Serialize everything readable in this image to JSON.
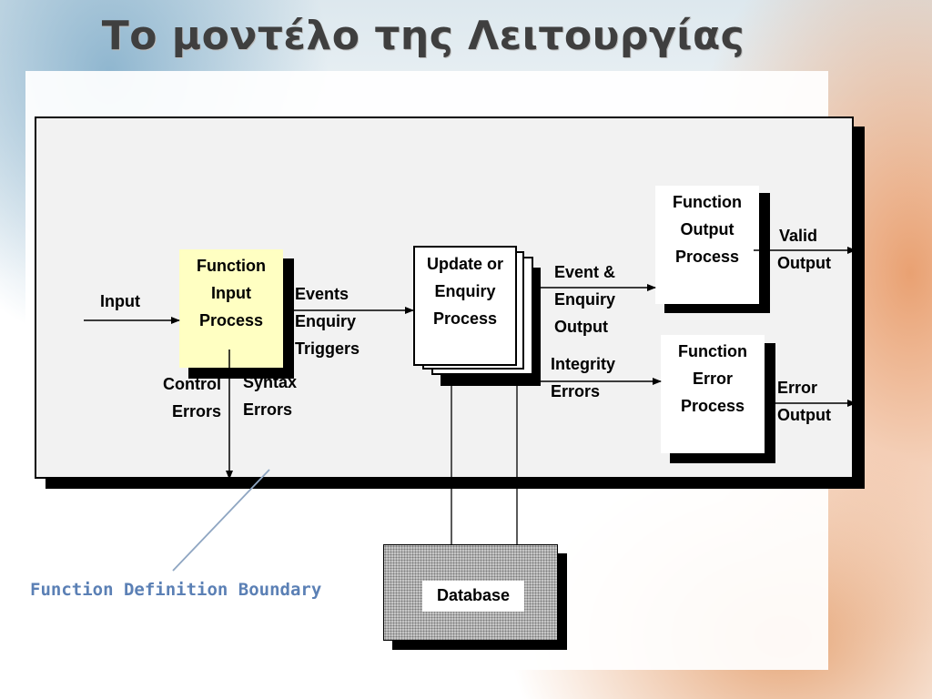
{
  "slide": {
    "title": "Το μοντέλο της Λειτουργίας"
  },
  "diagram": {
    "processes": {
      "function_input": [
        "Function",
        "Input",
        "Process"
      ],
      "update_enquiry": [
        "Update or",
        "Enquiry",
        "Process"
      ],
      "function_output": [
        "Function",
        "Output",
        "Process"
      ],
      "function_error": [
        "Function",
        "Error",
        "Process"
      ]
    },
    "flows": {
      "input": "Input",
      "events_triggers": [
        "Events",
        "Enquiry",
        "Triggers"
      ],
      "control_errors": [
        "Control",
        "Errors"
      ],
      "syntax_errors": [
        "Syntax",
        "Errors"
      ],
      "event_enquiry_output": [
        "Event &",
        "Enquiry",
        "Output"
      ],
      "integrity_errors": [
        "Integrity",
        "Errors"
      ],
      "valid_output": [
        "Valid",
        "Output"
      ],
      "error_output": [
        "Error",
        "Output"
      ]
    },
    "datastore": "Database",
    "boundary_label": "Function Definition Boundary",
    "colors": {
      "input_process_fill": "#ffffc2",
      "boundary_fill": "#f2f2f2",
      "caption_color": "#5b80b5",
      "title_color": "#3f3f3f"
    }
  }
}
